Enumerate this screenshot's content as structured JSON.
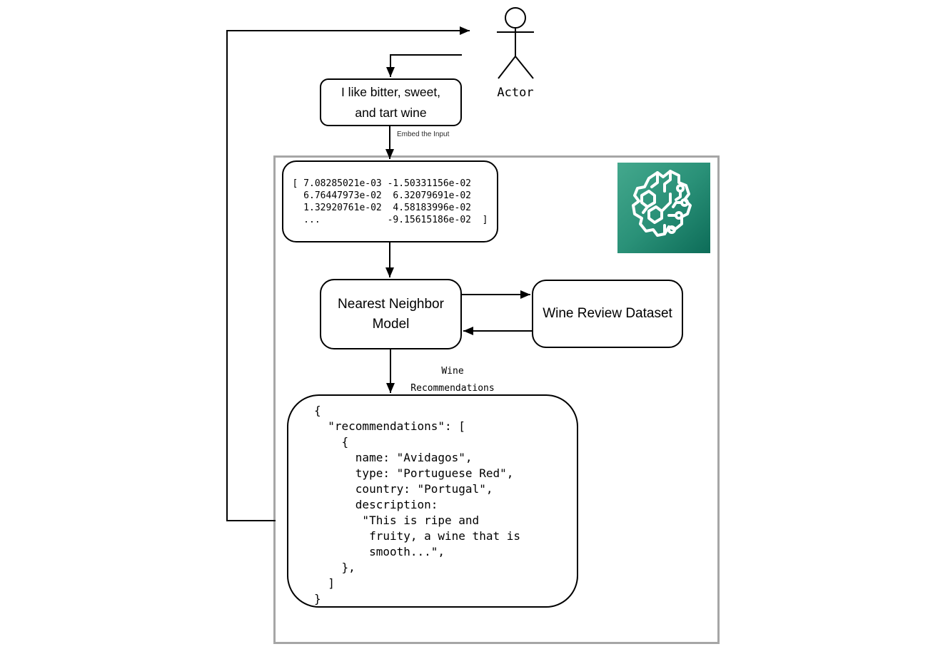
{
  "diagram": {
    "actor": {
      "label": "Actor"
    },
    "user_message": {
      "lines": [
        "I like bitter, sweet,",
        "and tart wine"
      ]
    },
    "edge_labels": {
      "embed": "Embed the Input",
      "recommendations": [
        "Wine",
        "Recommendations"
      ]
    },
    "embedding_vector": {
      "lines": [
        "[ 7.08285021e-03 -1.50331156e-02",
        "  6.76447973e-02  6.32079691e-02",
        "  1.32920761e-02  4.58183996e-02",
        "  ...            -9.15615186e-02  ]"
      ]
    },
    "model": {
      "lines": [
        "Nearest Neighbor",
        "Model"
      ]
    },
    "dataset": {
      "label": "Wine Review Dataset"
    },
    "output": {
      "lines": [
        "{",
        "  \"recommendations\": [",
        "    {",
        "      name: \"Avidagos\",",
        "      type: \"Portuguese Red\",",
        "      country: \"Portugal\",",
        "      description:",
        "       \"This is ripe and",
        "        fruity, a wine that is",
        "        smooth...\",",
        "    },",
        "  ]",
        "}"
      ]
    },
    "icons": {
      "brain": "brain-circuit-icon"
    },
    "colors": {
      "line": "#000000",
      "container_border": "#a6a6a6",
      "brain_gradient_start": "#44a88d",
      "brain_gradient_end": "#0d6c58"
    }
  }
}
